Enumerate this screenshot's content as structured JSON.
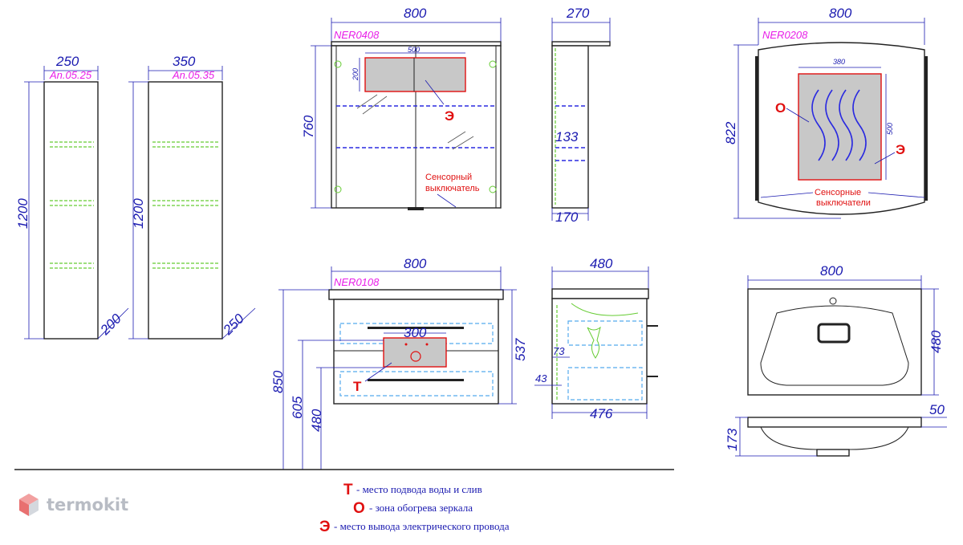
{
  "cabinets": {
    "tall_250": {
      "width": "250",
      "code": "An.05.25",
      "height": "1200",
      "depth": "200"
    },
    "tall_350": {
      "width": "350",
      "code": "An.05.35",
      "height": "1200",
      "depth": "250"
    }
  },
  "mirror": {
    "width": "800",
    "code": "NER0408",
    "height": "760",
    "box_width": "500",
    "box_height": "200",
    "mark": "Э",
    "switch_label_1": "Сенсорный",
    "switch_label_2": "выключатель",
    "side_depth_top": "270",
    "side_depth_bottom": "170",
    "side_shelf": "133"
  },
  "mirror2": {
    "width": "800",
    "code": "NER0208",
    "height": "822",
    "heat_width": "380",
    "heat_height": "500",
    "mark_o": "О",
    "mark_e": "Э",
    "switch_label_1": "Сенсорные",
    "switch_label_2": "выключатели"
  },
  "vanity": {
    "width": "800",
    "code": "NER0108",
    "height": "537",
    "cut_width": "300",
    "floor_h1": "850",
    "floor_h2": "605",
    "floor_h3": "480",
    "mark": "Т",
    "side_depth_top": "480",
    "side_depth_bottom": "476",
    "side_dim_73": "73",
    "side_dim_43": "43"
  },
  "basin": {
    "width": "800",
    "depth": "480",
    "rim": "50",
    "height": "173"
  },
  "legend": [
    {
      "mark": "Т",
      "text": "- место подвода воды и слив"
    },
    {
      "mark": "О",
      "text": "- зона обогрева зеркала"
    },
    {
      "mark": "Э",
      "text": "- место вывода электрического провода"
    }
  ],
  "watermark": {
    "text": "termokit",
    "icon": "cube-logo-icon"
  },
  "colors": {
    "dimension": "#1a1ab0",
    "code": "#e81ee8",
    "marker": "#e01010",
    "shelf": "#66cc33"
  }
}
